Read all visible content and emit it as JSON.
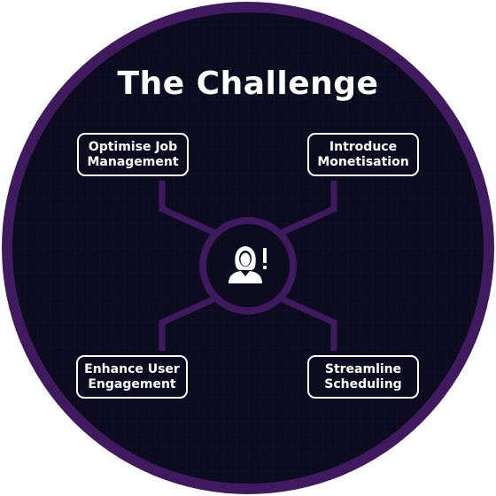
{
  "title": "The Challenge",
  "center": {
    "icon": "person-alert-icon"
  },
  "nodes": {
    "top_left": {
      "line1": "Optimise Job",
      "line2": "Management"
    },
    "top_right": {
      "line1": "Introduce",
      "line2": "Monetisation"
    },
    "bottom_left": {
      "line1": "Enhance User",
      "line2": "Engagement"
    },
    "bottom_right": {
      "line1": "Streamline",
      "line2": "Scheduling"
    }
  },
  "colors": {
    "background": "#0c0b20",
    "ring": "#3f1a5e",
    "connector": "#3f1a5e",
    "text": "#ffffff"
  }
}
